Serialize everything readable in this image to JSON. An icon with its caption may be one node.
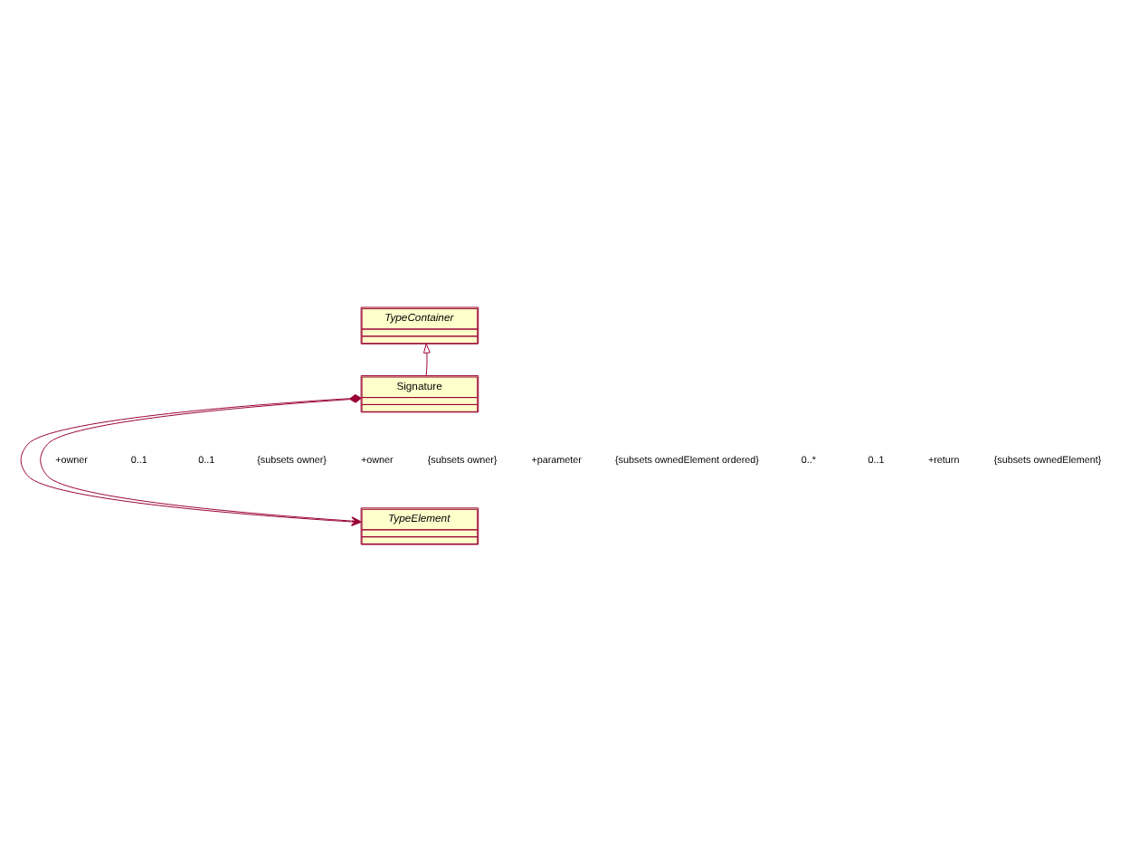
{
  "diagram": {
    "nodes": [
      {
        "text": [
          "TypeContainer"
        ]
      },
      {
        "text": [
          "Signature"
        ]
      },
      {
        "text": [
          "TypeElement"
        ]
      }
    ],
    "edges": [
      {
        "from": 1,
        "to": 0,
        "arrow": "to"
      },
      {
        "from": 1,
        "to": 2,
        "arrow": "to"
      },
      {
        "from": 1,
        "to": 2,
        "arrow": "to"
      }
    ],
    "labels": [
      "+owner",
      "0..1",
      "0..1",
      "{subsets owner}",
      "+owner",
      "{subsets owner}",
      "+parameter",
      "{subsets ownedElement ordered}",
      "0..*",
      "0..1",
      "+return",
      "{subsets ownedElement}"
    ]
  }
}
